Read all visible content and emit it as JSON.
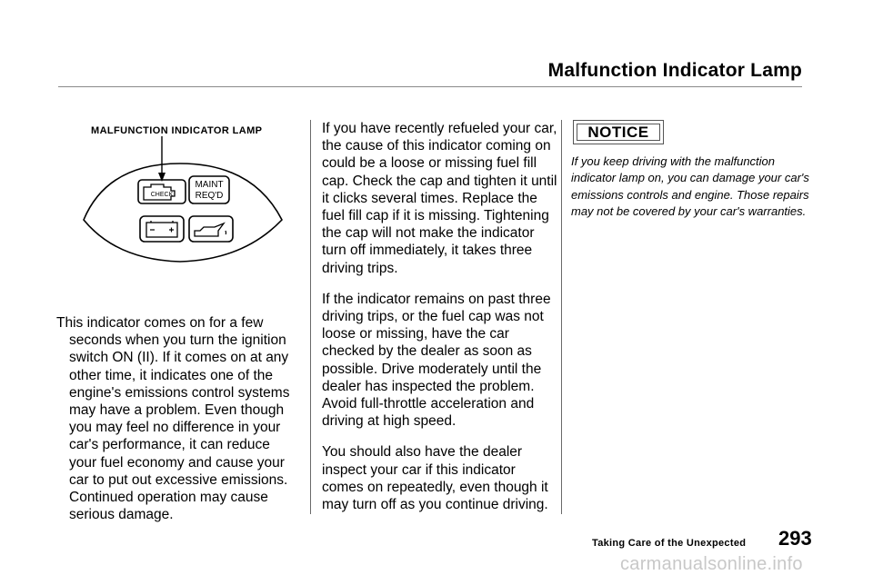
{
  "header": {
    "title": "Malfunction Indicator Lamp"
  },
  "figure": {
    "label": "MALFUNCTION INDICATOR LAMP",
    "icons": {
      "check_engine": "check-engine-icon",
      "maint": "maint-reqd-icon",
      "battery": "battery-charge-icon",
      "oil": "oil-pressure-icon"
    },
    "lamp_text": {
      "check": "CHECK",
      "maint": "MAINT",
      "reqd": "REQ'D"
    }
  },
  "column1": {
    "paragraphs": [
      "This indicator comes on for a few seconds when you turn the ignition switch ON (II). If it comes on at any other time, it indicates one of the engine's emissions control systems may have a problem. Even though you may feel no difference in your car's performance, it can reduce your fuel economy and cause your car to put out excessive emissions. Continued operation may cause serious damage."
    ]
  },
  "column2": {
    "paragraphs": [
      "If you have recently refueled your car, the cause of this indicator coming on could be a loose or missing fuel fill cap. Check the cap and tighten it until it clicks several times. Replace the fuel fill cap if it is missing. Tightening the cap will not make the indicator turn off immediately, it takes three driving trips.",
      "If the indicator remains on past three driving trips, or the fuel cap was not loose or missing, have the car checked by the dealer as soon as possible. Drive moderately until the dealer has inspected the problem. Avoid full-throttle acceleration and driving at high speed.",
      "You should also have the dealer inspect your car if this indicator comes on repeatedly, even though it may turn off as you continue driving."
    ]
  },
  "notice": {
    "title": "NOTICE",
    "body": "If you keep driving with the malfunction indicator lamp on, you can damage your car's emissions controls and engine. Those repairs may not be covered by your car's warranties."
  },
  "footer": {
    "section": "Taking Care of the Unexpected",
    "page_number": "293",
    "watermark": "carmanualsonline.info"
  }
}
